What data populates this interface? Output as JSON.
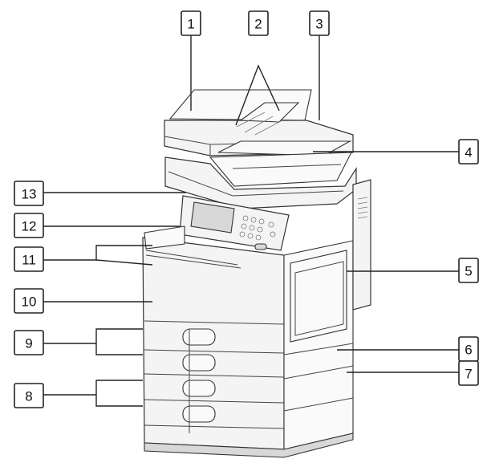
{
  "callouts": [
    {
      "id": "1",
      "label": "1"
    },
    {
      "id": "2",
      "label": "2"
    },
    {
      "id": "3",
      "label": "3"
    },
    {
      "id": "4",
      "label": "4"
    },
    {
      "id": "5",
      "label": "5"
    },
    {
      "id": "6",
      "label": "6"
    },
    {
      "id": "7",
      "label": "7"
    },
    {
      "id": "8",
      "label": "8"
    },
    {
      "id": "9",
      "label": "9"
    },
    {
      "id": "10",
      "label": "10"
    },
    {
      "id": "11",
      "label": "11"
    },
    {
      "id": "12",
      "label": "12"
    },
    {
      "id": "13",
      "label": "13"
    }
  ],
  "colors": {
    "outline": "#222222",
    "background": "#ffffff"
  }
}
